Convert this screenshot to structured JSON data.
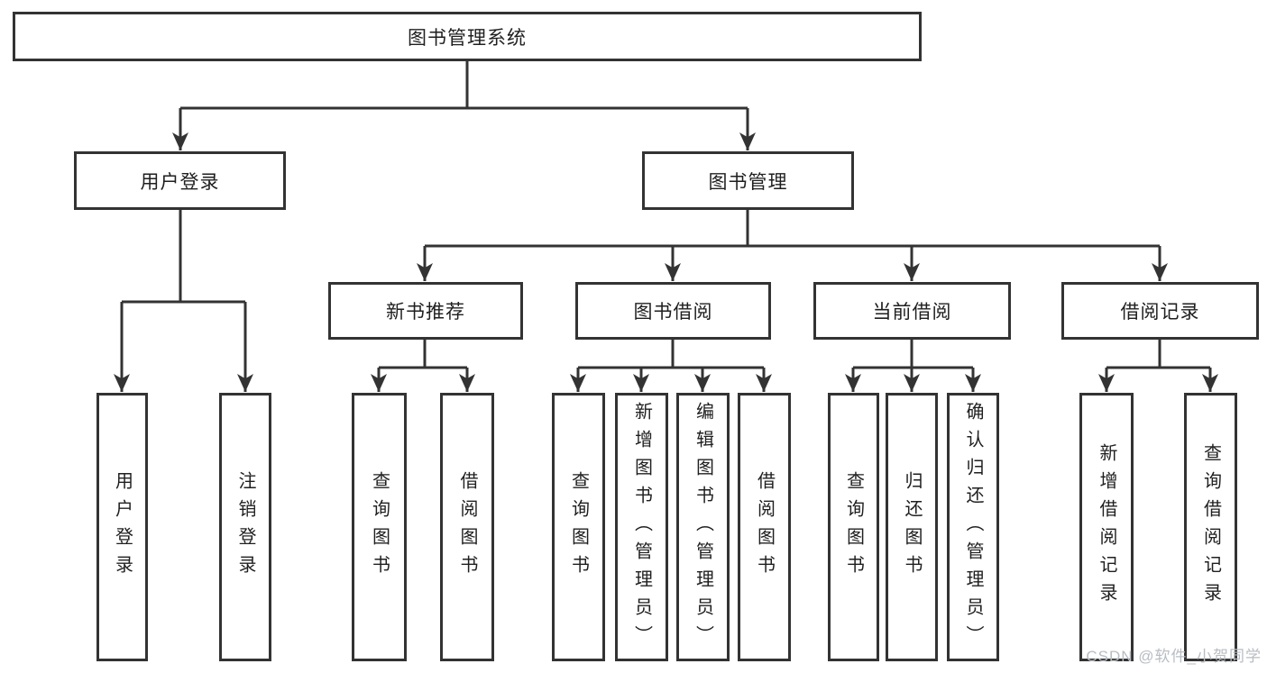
{
  "diagram": {
    "type": "tree",
    "root": {
      "label": "图书管理系统",
      "children": [
        {
          "label": "用户登录",
          "children": [
            {
              "label": "用户登录"
            },
            {
              "label": "注销登录"
            }
          ]
        },
        {
          "label": "图书管理",
          "children": [
            {
              "label": "新书推荐",
              "children": [
                {
                  "label": "查询图书"
                },
                {
                  "label": "借阅图书"
                }
              ]
            },
            {
              "label": "图书借阅",
              "children": [
                {
                  "label": "查询图书"
                },
                {
                  "label": "新增图书（管理员）"
                },
                {
                  "label": "编辑图书（管理员）"
                },
                {
                  "label": "借阅图书"
                }
              ]
            },
            {
              "label": "当前借阅",
              "children": [
                {
                  "label": "查询图书"
                },
                {
                  "label": "归还图书"
                },
                {
                  "label": "确认归还（管理员）"
                }
              ]
            },
            {
              "label": "借阅记录",
              "children": [
                {
                  "label": "新增借阅记录"
                },
                {
                  "label": "查询借阅记录"
                }
              ]
            }
          ]
        }
      ]
    }
  },
  "watermark": {
    "text": "CSDN @软件_小贺同学",
    "color": "#b8bdc3"
  },
  "colors": {
    "line": "#333333",
    "box_border": "#333333",
    "text": "#1f1f1f",
    "background": "#ffffff"
  }
}
